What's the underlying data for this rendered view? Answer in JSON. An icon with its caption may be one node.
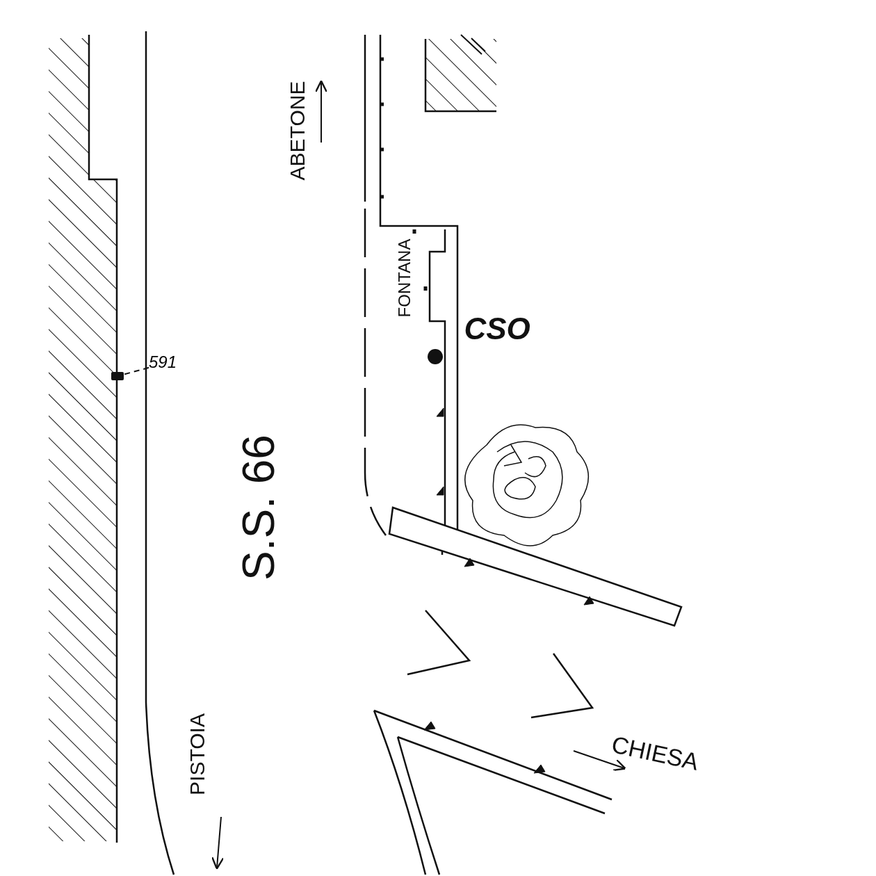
{
  "diagram": {
    "nodes": [
      {
        "text": [
          "591"
        ]
      },
      {
        "text": [],
        "shape": "box"
      }
    ],
    "edges": [
      {
        "from": 0,
        "to": 1,
        "arrow": "none",
        "style": "dashed"
      }
    ],
    "labels": [
      "ABETONE",
      "FONTANA",
      "CSO",
      "S.S. 66",
      "PISTOIA",
      "CHIESA"
    ]
  }
}
